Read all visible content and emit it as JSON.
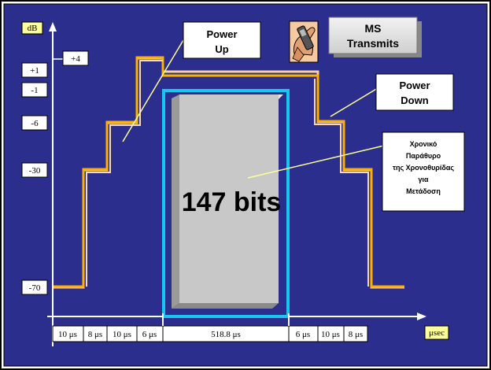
{
  "y_axis": {
    "unit": "dB",
    "ticks": [
      "+4",
      "+1",
      "-1",
      "-6",
      "-30",
      "-70"
    ]
  },
  "x_axis": {
    "unit": "μsec",
    "intervals": [
      "10 μs",
      "8 μs",
      "10 μs",
      "6 μs",
      "518.8 μs",
      "6 μs",
      "10 μs",
      "8 μs"
    ]
  },
  "callouts": {
    "power_up": [
      "Power",
      "Up"
    ],
    "ms_transmits": [
      "MS",
      "Transmits"
    ],
    "power_down": [
      "Power",
      "Down"
    ],
    "time_window": [
      "Χρονικό",
      "Παράθυρο",
      "της Χρονοθυρίδας",
      "για",
      "Μετάδοση"
    ]
  },
  "burst": {
    "label": "147 bits"
  },
  "colors": {
    "background": "#2B2E8C",
    "power_curve": "#FFB000",
    "envelope": "#FFCF9A",
    "window": "#19C6F0",
    "axis_label_bg": "#FFFF99",
    "burst_block": "#C8C8C8"
  },
  "icons": [
    "mobile-phone-hand-icon"
  ]
}
